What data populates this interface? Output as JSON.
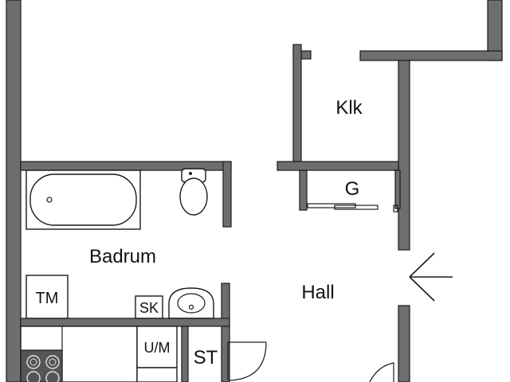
{
  "rooms": {
    "klk": "Klk",
    "g": "G",
    "badrum": "Badrum",
    "hall": "Hall",
    "st": "ST"
  },
  "fixtures": {
    "tm": "TM",
    "sk": "SK",
    "um": "U/M"
  },
  "icons": {
    "entrance": "arrow-left-icon",
    "bathtub": "bathtub-icon",
    "toilet": "toilet-icon",
    "sink": "sink-icon",
    "stove": "stove-icon",
    "door": "door-swing-icon"
  },
  "colors": {
    "wall_fill": "#6e6e6e",
    "line": "#1a1a1a",
    "background": "#ffffff"
  }
}
